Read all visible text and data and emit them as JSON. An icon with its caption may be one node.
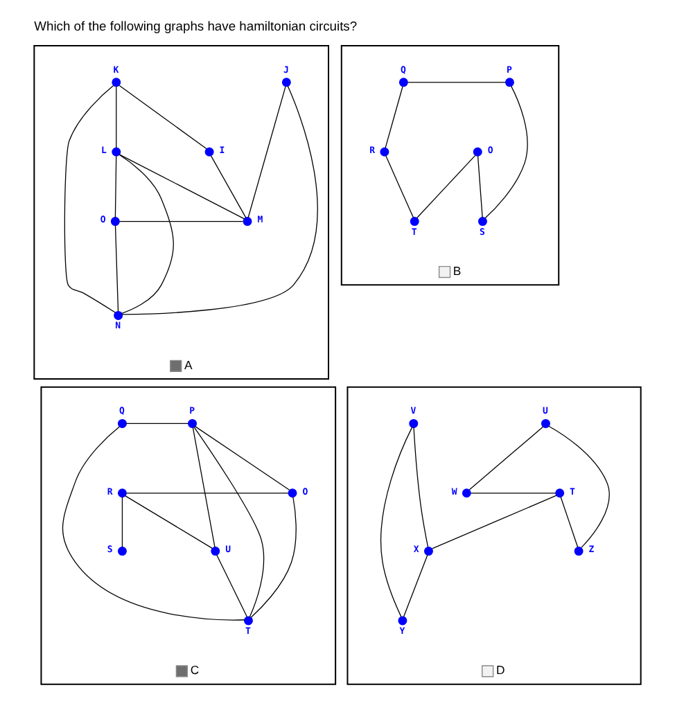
{
  "diagram": {
    "title": "Which of the following graphs have hamiltonian circuits?",
    "nodes": [
      {
        "text": [],
        "shape": "box",
        "beside": [
          "A"
        ]
      },
      {
        "text": [],
        "shape": "circle",
        "beside": [
          "K"
        ],
        "in": 0
      },
      {
        "text": [],
        "shape": "circle",
        "beside": [
          "J"
        ],
        "in": 0
      },
      {
        "text": [],
        "shape": "circle",
        "beside": [
          "L"
        ],
        "in": 0
      },
      {
        "text": [],
        "shape": "circle",
        "beside": [
          "I"
        ],
        "in": 0
      },
      {
        "text": [],
        "shape": "circle",
        "beside": [
          "M"
        ],
        "in": 0
      },
      {
        "text": [],
        "shape": "circle",
        "beside": [
          "O"
        ],
        "in": 0
      },
      {
        "text": [],
        "shape": "circle",
        "beside": [
          "N"
        ],
        "in": 0
      },
      {
        "text": [],
        "shape": "box",
        "beside": [
          "B"
        ]
      },
      {
        "text": [],
        "shape": "circle",
        "beside": [
          "Q"
        ],
        "in": 8
      },
      {
        "text": [],
        "shape": "circle",
        "beside": [
          "P"
        ],
        "in": 8
      },
      {
        "text": [],
        "shape": "circle",
        "beside": [
          "R"
        ],
        "in": 8
      },
      {
        "text": [],
        "shape": "circle",
        "beside": [
          "O"
        ],
        "in": 8
      },
      {
        "text": [],
        "shape": "circle",
        "beside": [
          "S"
        ],
        "in": 8
      },
      {
        "text": [],
        "shape": "circle",
        "beside": [
          "T"
        ],
        "in": 8
      },
      {
        "text": [],
        "shape": "box",
        "beside": [
          "C"
        ]
      },
      {
        "text": [],
        "shape": "circle",
        "beside": [
          "Q"
        ],
        "in": 15
      },
      {
        "text": [],
        "shape": "circle",
        "beside": [
          "P"
        ],
        "in": 15
      },
      {
        "text": [],
        "shape": "circle",
        "beside": [
          "R"
        ],
        "in": 15
      },
      {
        "text": [],
        "shape": "circle",
        "beside": [
          "O"
        ],
        "in": 15
      },
      {
        "text": [],
        "shape": "circle",
        "beside": [
          "S"
        ],
        "in": 15
      },
      {
        "text": [],
        "shape": "circle",
        "beside": [
          "U"
        ],
        "in": 15
      },
      {
        "text": [],
        "shape": "circle",
        "beside": [
          "T"
        ],
        "in": 15
      },
      {
        "text": [],
        "shape": "box",
        "beside": [
          "D"
        ]
      },
      {
        "text": [],
        "shape": "circle",
        "beside": [
          "V"
        ],
        "in": 23
      },
      {
        "text": [],
        "shape": "circle",
        "beside": [
          "U"
        ],
        "in": 23
      },
      {
        "text": [],
        "shape": "circle",
        "beside": [
          "W"
        ],
        "in": 23
      },
      {
        "text": [],
        "shape": "circle",
        "beside": [
          "T"
        ],
        "in": 23
      },
      {
        "text": [],
        "shape": "circle",
        "beside": [
          "X"
        ],
        "in": 23
      },
      {
        "text": [],
        "shape": "circle",
        "beside": [
          "Z"
        ],
        "in": 23
      },
      {
        "text": [],
        "shape": "circle",
        "beside": [
          "Y"
        ],
        "in": 23
      }
    ],
    "edges": [
      {
        "from": 1,
        "to": 3,
        "arrow": "none"
      },
      {
        "from": 1,
        "to": 7,
        "arrow": "none"
      },
      {
        "from": 1,
        "to": 4,
        "arrow": "none"
      },
      {
        "from": 2,
        "to": 5,
        "arrow": "none"
      },
      {
        "from": 2,
        "to": 7,
        "arrow": "none"
      },
      {
        "from": 3,
        "to": 5,
        "arrow": "none"
      },
      {
        "from": 3,
        "to": 7,
        "arrow": "none"
      },
      {
        "from": 3,
        "to": 6,
        "arrow": "none"
      },
      {
        "from": 4,
        "to": 5,
        "arrow": "none"
      },
      {
        "from": 5,
        "to": 6,
        "arrow": "none"
      },
      {
        "from": 6,
        "to": 7,
        "arrow": "none"
      },
      {
        "from": 9,
        "to": 10,
        "arrow": "none"
      },
      {
        "from": 9,
        "to": 11,
        "arrow": "none"
      },
      {
        "from": 10,
        "to": 13,
        "arrow": "none"
      },
      {
        "from": 11,
        "to": 14,
        "arrow": "none"
      },
      {
        "from": 12,
        "to": 13,
        "arrow": "none"
      },
      {
        "from": 12,
        "to": 14,
        "arrow": "none"
      },
      {
        "from": 16,
        "to": 17,
        "arrow": "none"
      },
      {
        "from": 16,
        "to": 22,
        "arrow": "none"
      },
      {
        "from": 17,
        "to": 19,
        "arrow": "none"
      },
      {
        "from": 17,
        "to": 21,
        "arrow": "none"
      },
      {
        "from": 17,
        "to": 22,
        "arrow": "none"
      },
      {
        "from": 18,
        "to": 19,
        "arrow": "none"
      },
      {
        "from": 18,
        "to": 20,
        "arrow": "none"
      },
      {
        "from": 18,
        "to": 21,
        "arrow": "none"
      },
      {
        "from": 19,
        "to": 22,
        "arrow": "none"
      },
      {
        "from": 21,
        "to": 22,
        "arrow": "none"
      },
      {
        "from": 24,
        "to": 30,
        "arrow": "none"
      },
      {
        "from": 24,
        "to": 28,
        "arrow": "none"
      },
      {
        "from": 25,
        "to": 26,
        "arrow": "none"
      },
      {
        "from": 25,
        "to": 29,
        "arrow": "none"
      },
      {
        "from": 26,
        "to": 27,
        "arrow": "none"
      },
      {
        "from": 27,
        "to": 28,
        "arrow": "none"
      },
      {
        "from": 27,
        "to": 29,
        "arrow": "none"
      },
      {
        "from": 28,
        "to": 30,
        "arrow": "none"
      }
    ]
  }
}
